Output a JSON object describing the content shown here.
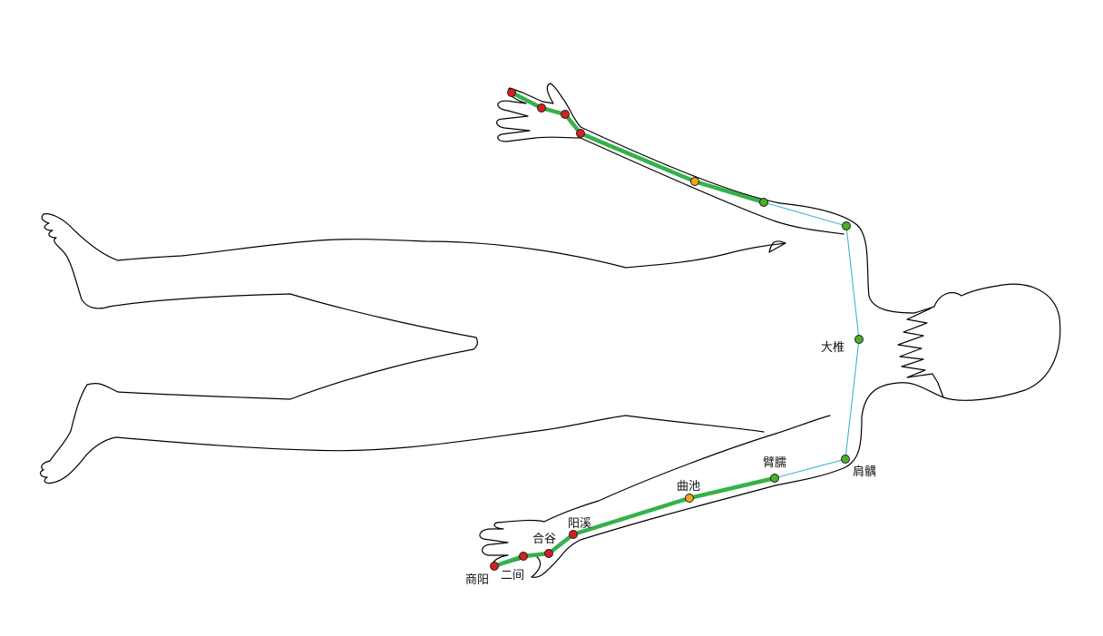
{
  "colors": {
    "meridian": "#34b24a",
    "connector": "#3fb2d8",
    "point_red": "#d42020",
    "point_orange": "#f5a31a",
    "point_green": "#4caf2a"
  },
  "labels": {
    "dazhui": "大椎",
    "jianyu": "肩髃",
    "binao": "臂臑",
    "quchi": "曲池",
    "yangxi": "阳溪",
    "hegu": "合谷",
    "erjian": "二间",
    "shangyang": "商阳"
  }
}
